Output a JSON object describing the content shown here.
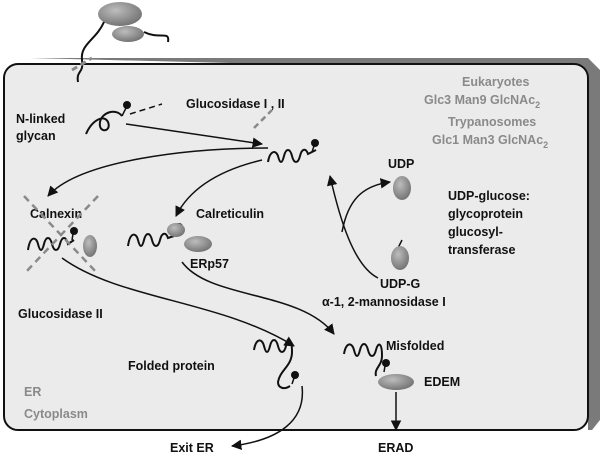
{
  "labels": {
    "n_linked_l1": "N-linked",
    "n_linked_l2": "glycan",
    "glucosidase_1_2": "Glucosidase I , II",
    "eukaryotes": "Eukaryotes",
    "euk_formula_a": "Glc3 Man9 GlcNAc",
    "euk_formula_sub": "2",
    "trypanosomes": "Trypanosomes",
    "tryp_formula_a": "Glc1 Man3 GlcNAc",
    "tryp_formula_sub": "2",
    "calnexin": "Calnexin",
    "calreticulin": "Calreticulin",
    "erp57": "ERp57",
    "udp": "UDP",
    "ugt_l1": "UDP-glucose:",
    "ugt_l2": "glycoprotein",
    "ugt_l3": "glucosyl-",
    "ugt_l4": "transferase",
    "udp_g": "UDP-G",
    "mannosidase": "α-1, 2-mannosidase I",
    "glucosidase_2": "Glucosidase II",
    "misfolded": "Misfolded",
    "folded_protein": "Folded protein",
    "edem": "EDEM",
    "er": "ER",
    "cytoplasm": "Cytoplasm",
    "exit_er": "Exit ER",
    "erad": "ERAD"
  },
  "colors": {
    "er_fill": "#ebebeb",
    "er_shadow": "#7a7a7a",
    "protein_grey": "#8c8c8c",
    "label_grey": "#8a8a8a",
    "text": "#111111"
  }
}
